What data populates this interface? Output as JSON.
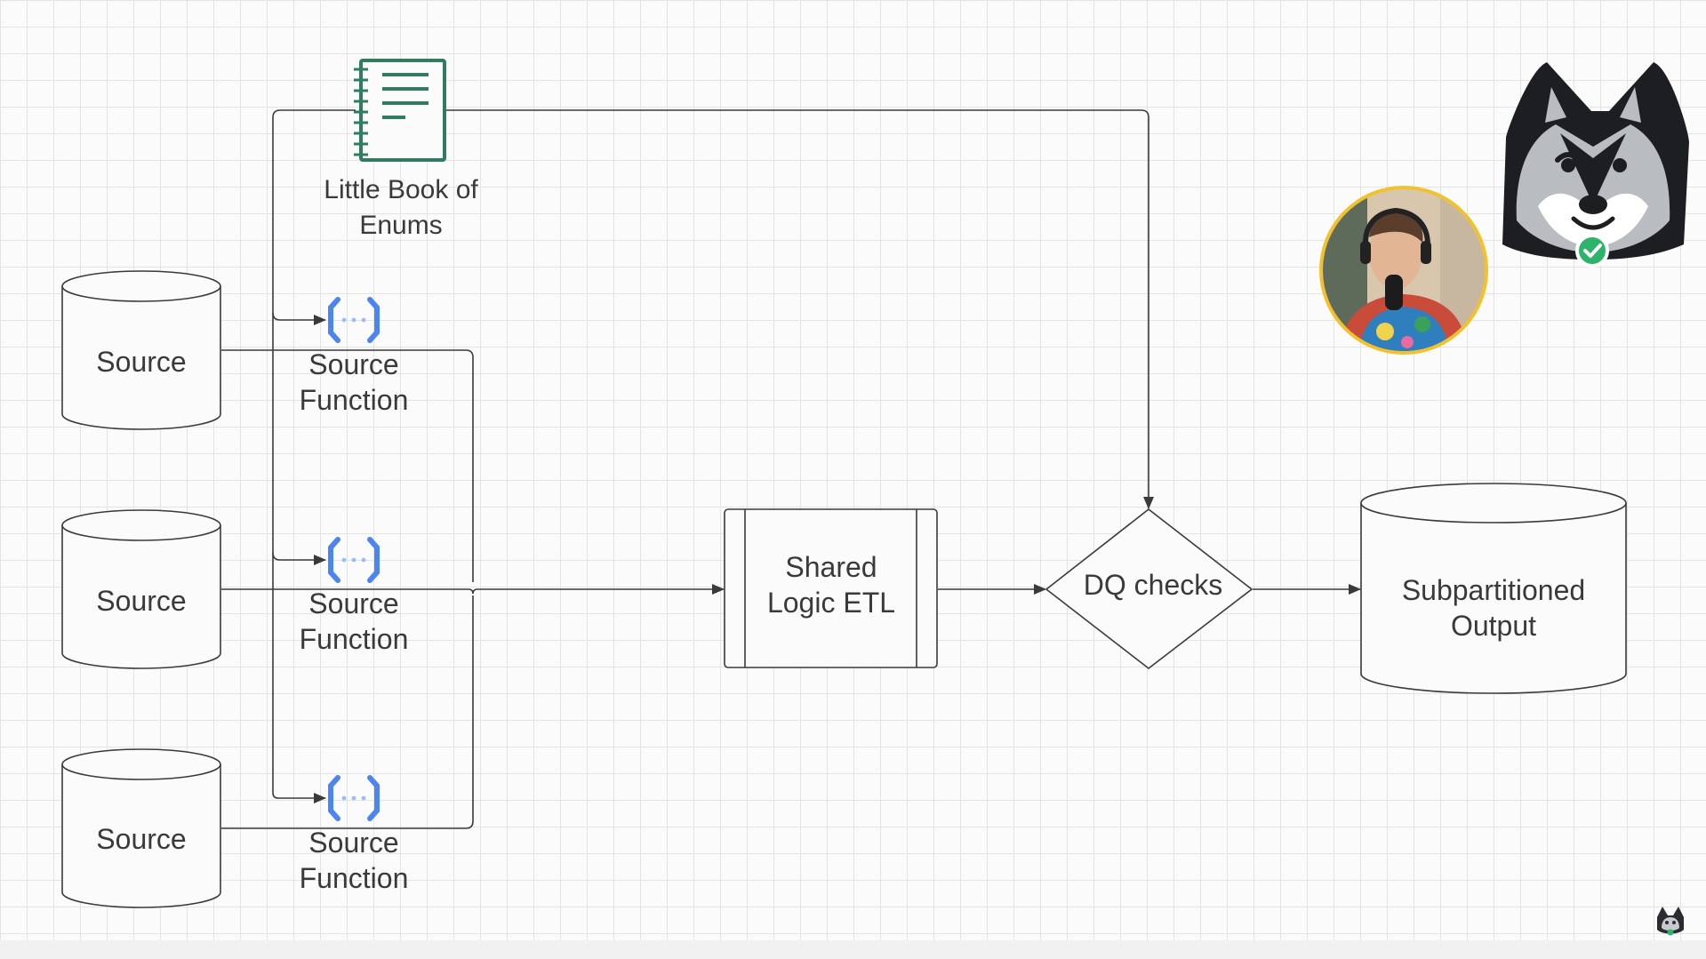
{
  "diagram": {
    "book": {
      "label_line1": "Little Book of",
      "label_line2": "Enums",
      "icon": "notebook-icon",
      "color": "#2e7d5e"
    },
    "sources": [
      {
        "label": "Source"
      },
      {
        "label": "Source"
      },
      {
        "label": "Source"
      }
    ],
    "functions": [
      {
        "label_line1": "Source",
        "label_line2": "Function",
        "icon": "cloud-function-icon"
      },
      {
        "label_line1": "Source",
        "label_line2": "Function",
        "icon": "cloud-function-icon"
      },
      {
        "label_line1": "Source",
        "label_line2": "Function",
        "icon": "cloud-function-icon"
      }
    ],
    "etl": {
      "label_line1": "Shared",
      "label_line2": "Logic ETL"
    },
    "dq": {
      "label": "DQ checks"
    },
    "output": {
      "label_line1": "Subpartitioned",
      "label_line2": "Output"
    }
  },
  "overlay": {
    "logo_icon": "husky-logo-icon",
    "badge_icon": "check-badge-icon",
    "avatar": "presenter-avatar",
    "watermark_icon": "husky-watermark-icon"
  },
  "colors": {
    "line": "#3a3a3a",
    "function_blue": "#4c84f0",
    "function_dots": "#9bbcf5",
    "book_green": "#2e7d5e",
    "badge_green": "#2db36a",
    "avatar_ring": "#f2c22c"
  }
}
